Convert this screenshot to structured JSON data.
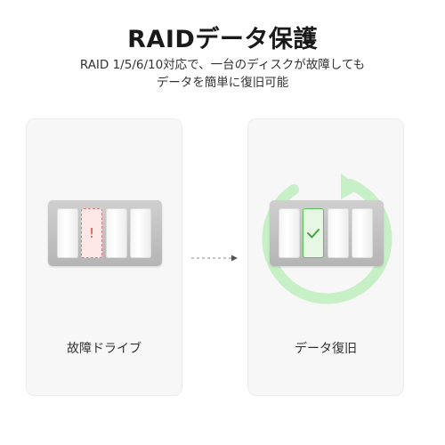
{
  "header": {
    "title": "RAIDデータ保護",
    "subtitle_line1": "RAID 1/5/6/10対応で、一台のディスクが故障しても",
    "subtitle_line2": "データを簡単に復旧可能"
  },
  "panels": [
    {
      "label": "故障ドライブ",
      "failed_bay_mark": "!",
      "state": "failed"
    },
    {
      "label": "データ復旧",
      "state": "recovered"
    }
  ],
  "colors": {
    "failure": "#d94444",
    "recovery": "#5cc35a",
    "ring": "#c8f0c6"
  },
  "icons": {
    "failed": "exclamation-icon",
    "recovered": "checkmark-icon",
    "flow": "dashed-arrow-icon",
    "cycle": "circular-arrow-icon"
  }
}
